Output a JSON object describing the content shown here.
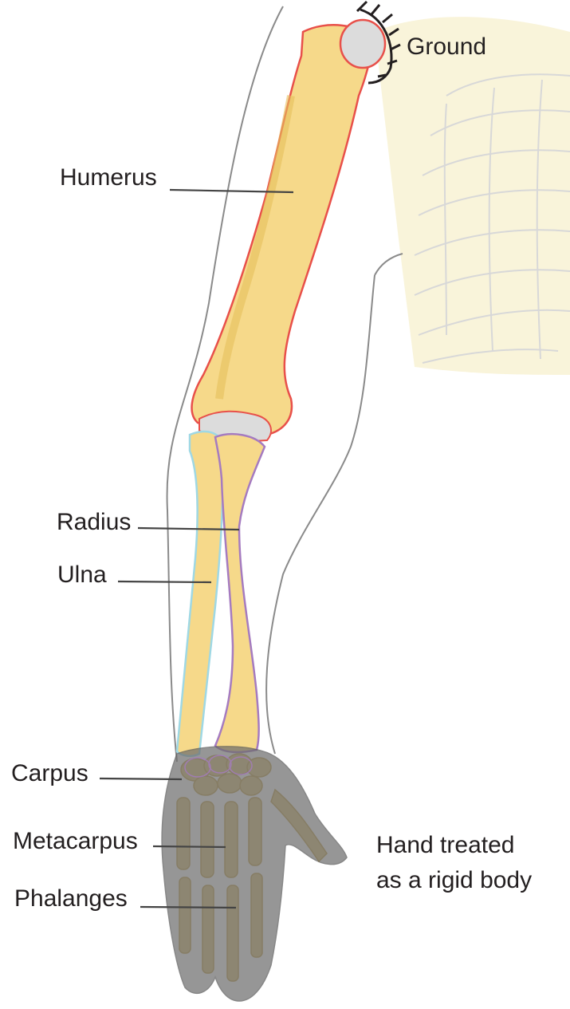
{
  "labels": {
    "ground": "Ground",
    "humerus": "Humerus",
    "radius": "Radius",
    "ulna": "Ulna",
    "carpus": "Carpus",
    "metacarpus": "Metacarpus",
    "phalanges": "Phalanges"
  },
  "note": {
    "line1": "Hand treated",
    "line2": "as a rigid body"
  },
  "colors": {
    "bone_fill": "#f6d98a",
    "bone_shade": "#e6c05c",
    "humerus_outline": "#e8504a",
    "radius_outline": "#a57bc0",
    "ulna_outline": "#9fd8e4",
    "cartilage": "#dcdcdc",
    "hand_overlay": "#6e6e6e",
    "body_outline": "#8a8a8a",
    "ribcage": "#d8d8d8",
    "shoulder_fill": "#f8f3d6",
    "leader_line": "#444444",
    "label_text": "#231f20"
  }
}
